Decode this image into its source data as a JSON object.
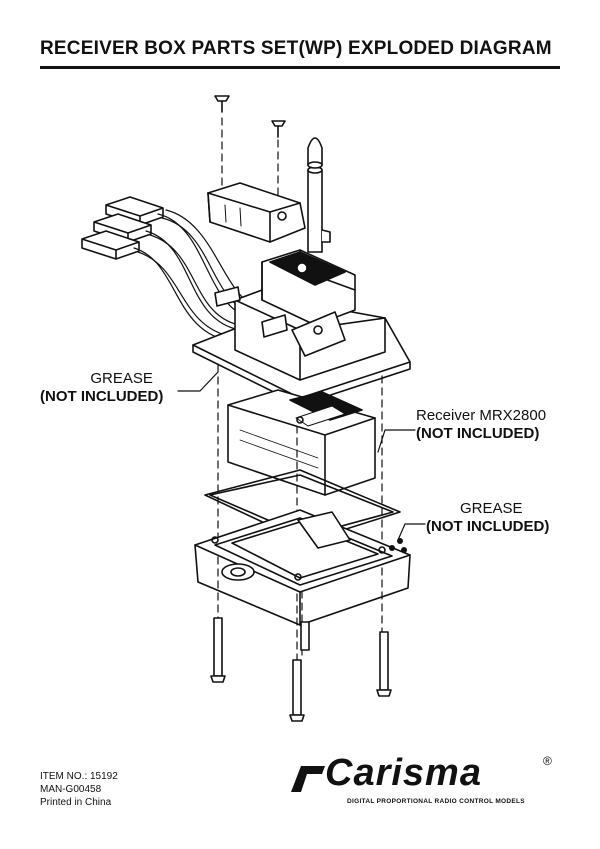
{
  "title": "RECEIVER BOX PARTS SET(WP) EXPLODED DIAGRAM",
  "labels": {
    "grease_left": "GREASE",
    "grease_left_note": "(NOT INCLUDED)",
    "receiver": "Receiver MRX2800",
    "receiver_note": "(NOT INCLUDED)",
    "grease_right": "GREASE",
    "grease_right_note": "(NOT INCLUDED)"
  },
  "footer": {
    "item_no": "ITEM NO.: 15192",
    "manual_code": "MAN-G00458",
    "printed": "Printed in China"
  },
  "brand": {
    "name": "Carisma",
    "registered": "®",
    "tagline": "DIGITAL PROPORTIONAL RADIO CONTROL MODELS"
  }
}
